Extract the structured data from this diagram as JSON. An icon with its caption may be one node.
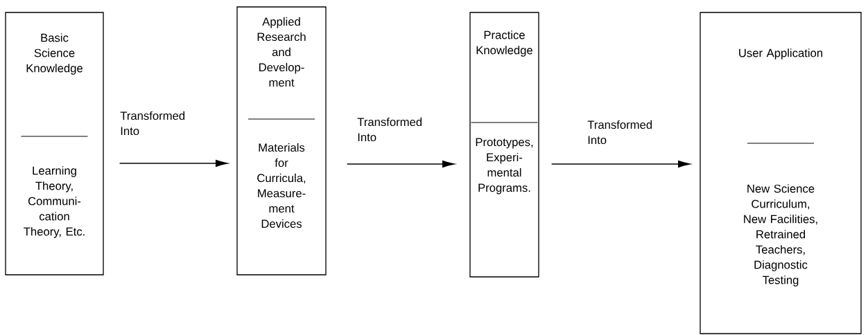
{
  "diagram": {
    "nodes": [
      {
        "text": [
          "Basic Science Knowledge",
          "Learning Theory, Communi- cation Theory, Etc."
        ]
      },
      {
        "text": [
          "Applied Research and Develop- ment",
          "Materials for Curricula, Measure- ment Devices"
        ]
      },
      {
        "text": [
          "Practice Knowledge",
          "Prototypes, Experi- mental Programs."
        ]
      },
      {
        "text": [
          "User Application",
          "New Science Curriculum, New Facilities, Retrained Teachers, Diagnostic Testing"
        ]
      }
    ],
    "edges": [
      {
        "from": 0,
        "to": 1,
        "arrow": "to",
        "label": "Transformed Into"
      },
      {
        "from": 1,
        "to": 2,
        "arrow": "to",
        "label": "Transformed Into"
      },
      {
        "from": 2,
        "to": 3,
        "arrow": "to",
        "label": "Transformed Into"
      }
    ]
  }
}
